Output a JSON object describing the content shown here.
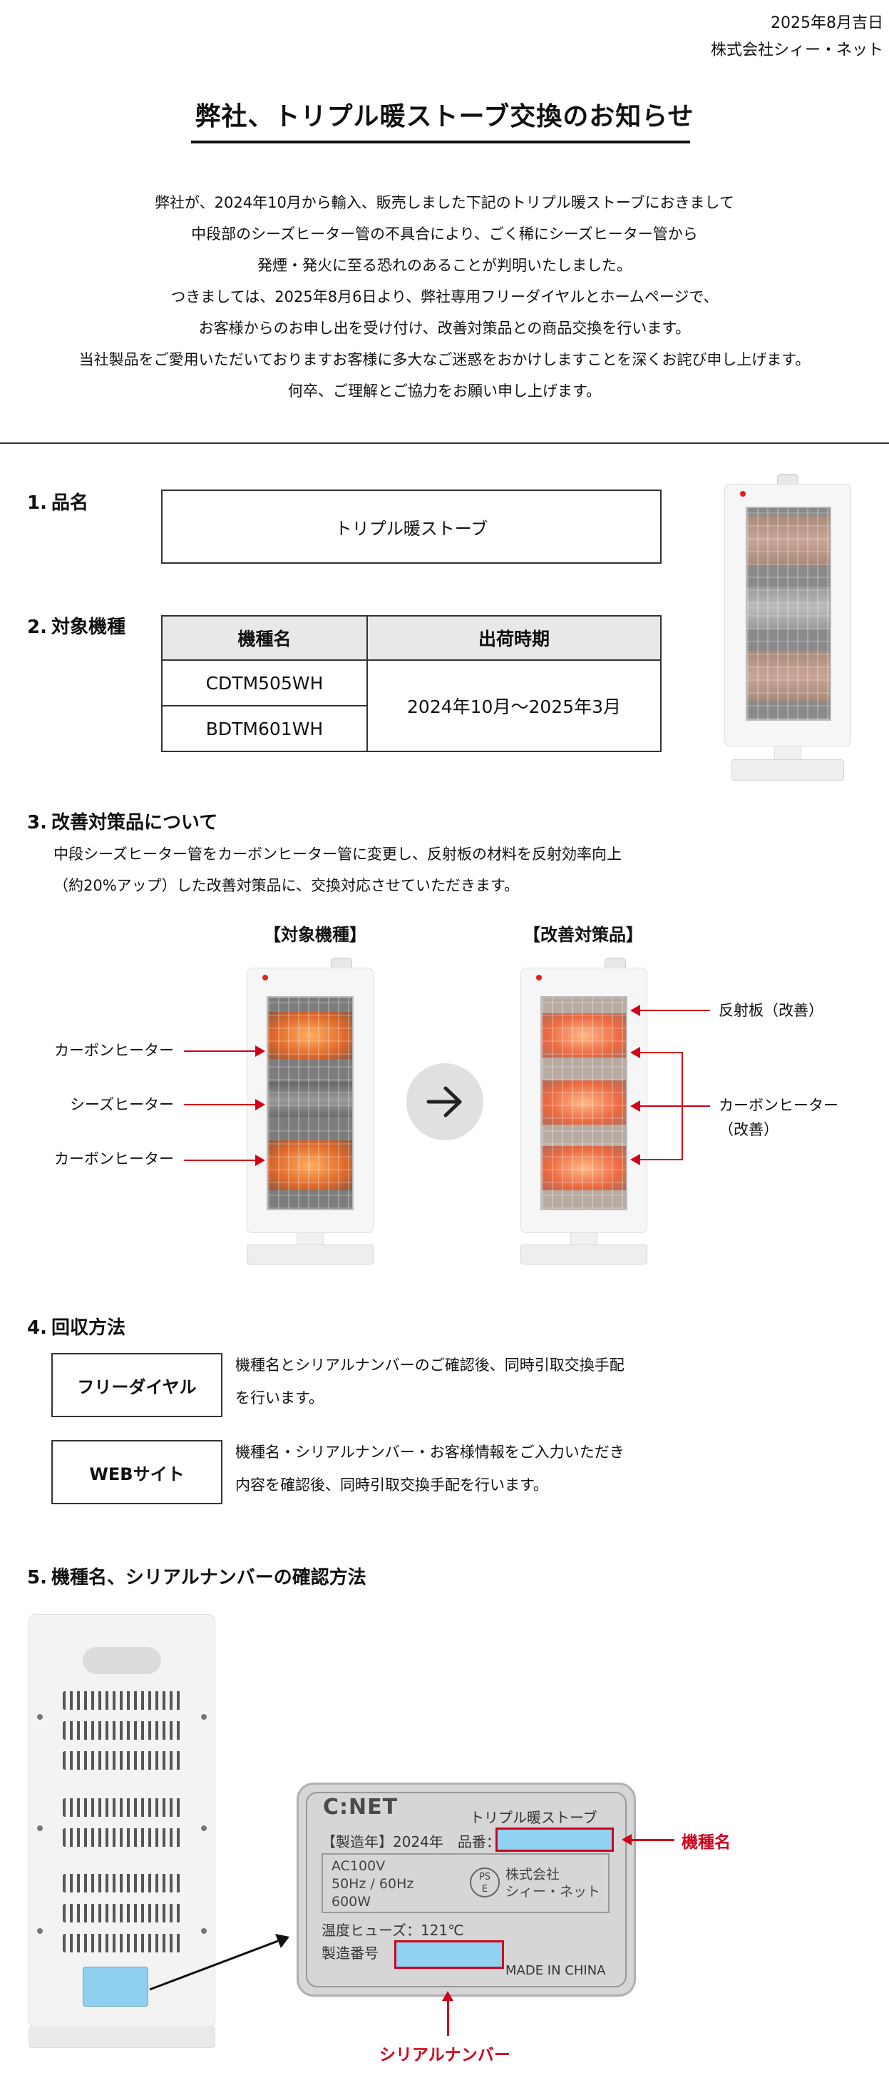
{
  "header": {
    "date": "2025年8月吉日",
    "company": "株式会社シィー・ネット"
  },
  "title": "弊社、トリプル暖ストーブ交換のお知らせ",
  "intro": [
    "弊社が、2024年10月から輸入、販売しました下記のトリプル暖ストーブにおきまして",
    "中段部のシーズヒーター管の不具合により、ごく稀にシーズヒーター管から",
    "発煙・発火に至る恐れのあることが判明いたしました。",
    "つきましては、2025年8月6日より、弊社専用フリーダイヤルとホームページで、",
    "お客様からのお申し出を受け付け、改善対策品との商品交換を行います。",
    "当社製品をご愛用いただいておりますお客様に多大なご迷惑をおかけしますことを深くお詫び申し上げます。",
    "何卒、ご理解とご協力をお願い申し上げます。"
  ],
  "sec1": {
    "num": "1.",
    "title": "品名",
    "product": "トリプル暖ストーブ"
  },
  "sec2": {
    "num": "2.",
    "title": "対象機種",
    "headers": [
      "機種名",
      "出荷時期"
    ],
    "models": [
      "CDTM505WH",
      "BDTM601WH"
    ],
    "period": "2024年10月～2025年3月"
  },
  "sec3": {
    "num": "3.",
    "title": "改善対策品について",
    "text": [
      "中段シーズヒーター管をカーボンヒーター管に変更し、反射板の材料を反射効率向上",
      "（約20%アップ）した改善対策品に、交換対応させていただきます。"
    ],
    "before_label": "【対象機種】",
    "after_label": "【改善対策品】",
    "before_callouts": [
      "カーボンヒーター",
      "シーズヒーター",
      "カーボンヒーター"
    ],
    "after_callouts": {
      "reflector": "反射板（改善）",
      "carbon_1": "カーボンヒーター",
      "carbon_2": "（改善）"
    }
  },
  "sec4": {
    "num": "4.",
    "title": "回収方法",
    "methods": [
      {
        "label": "フリーダイヤル",
        "lines": [
          "機種名とシリアルナンバーのご確認後、同時引取交換手配",
          "を行います。"
        ]
      },
      {
        "label": "WEBサイト",
        "lines": [
          "機種名・シリアルナンバー・お客様情報をご入力いただき",
          "内容を確認後、同時引取交換手配を行います。"
        ]
      }
    ]
  },
  "sec5": {
    "num": "5.",
    "title": "機種名、シリアルナンバーの確認方法",
    "plate": {
      "brand": "C:NET",
      "product": "トリプル暖ストーブ",
      "year_line": "【製造年】2024年　品番：",
      "spec": [
        "AC100V",
        "50Hz / 60Hz",
        "600W"
      ],
      "pse": [
        "PS",
        "E"
      ],
      "maker": [
        "株式会社",
        "シィー・ネット"
      ],
      "fuse": "温度ヒューズ：121℃",
      "serial_label": "製造番号",
      "made_in": "MADE IN CHINA"
    },
    "model_label": "機種名",
    "serial_label": "シリアルナンバー"
  },
  "colors": {
    "accent_red": "#d0021b",
    "label_blue": "#90d2f2"
  }
}
